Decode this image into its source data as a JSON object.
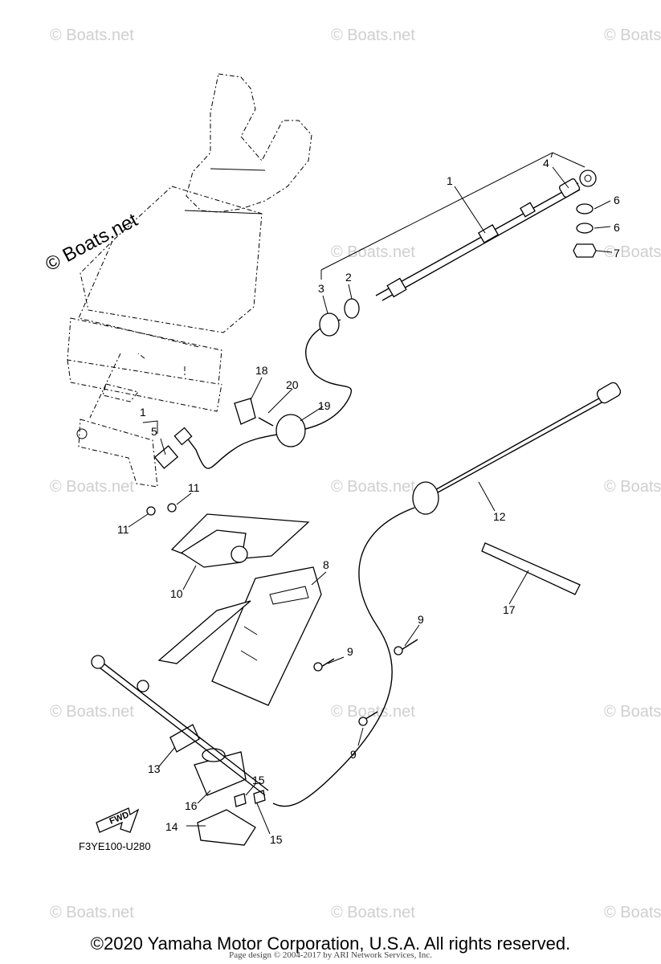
{
  "watermarks": [
    "© Boats.net",
    "© Boats.net",
    "© Boats.net",
    "© Boats.net",
    "© Boats.net",
    "© Boats.net",
    "© Boats.net",
    "© Boats.net",
    "© Boats.net",
    "© Boats.net",
    "© Boats.net",
    "© Boats.net",
    "© Boats.net",
    "© Boats.net"
  ],
  "main_watermark": "© Boats.net",
  "part_numbers": [
    "1",
    "4",
    "6",
    "6",
    "7",
    "2",
    "3",
    "18",
    "20",
    "19",
    "1",
    "5",
    "12",
    "11",
    "11",
    "10",
    "8",
    "17",
    "9",
    "9",
    "9",
    "13",
    "15",
    "16",
    "14",
    "15"
  ],
  "diagram_code": "F3YE100-U280",
  "fwd_label": "FWD",
  "copyright": "©2020 Yamaha Motor Corporation, U.S.A. All rights reserved.",
  "page_credit": "Page design © 2004-2017 by ARI Network Services, Inc."
}
